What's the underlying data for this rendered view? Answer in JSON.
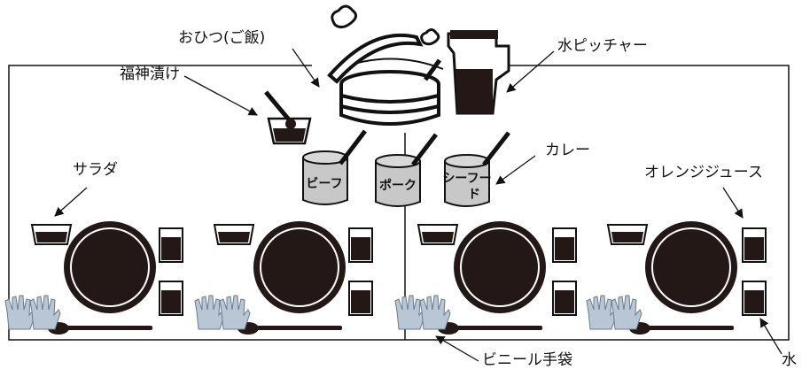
{
  "labels": {
    "ohitsu": "おひつ(ご飯)",
    "fukujinzuke": "福神漬け",
    "water_pitcher": "水ピッチャー",
    "salad": "サラダ",
    "curry": "カレー",
    "orange_juice": "オレンジジュース",
    "gloves": "ビニール手袋",
    "water": "水"
  },
  "pots": {
    "beef": "ビーフ",
    "pork": "ポーク",
    "seafood_line1": "シー",
    "seafood_line2": "フー",
    "seafood_line3": "ド"
  },
  "colors": {
    "ink": "#231815",
    "pot_fill": "#c8c8c8",
    "glove_fill": "#b9c6d6",
    "line": "#111111"
  }
}
